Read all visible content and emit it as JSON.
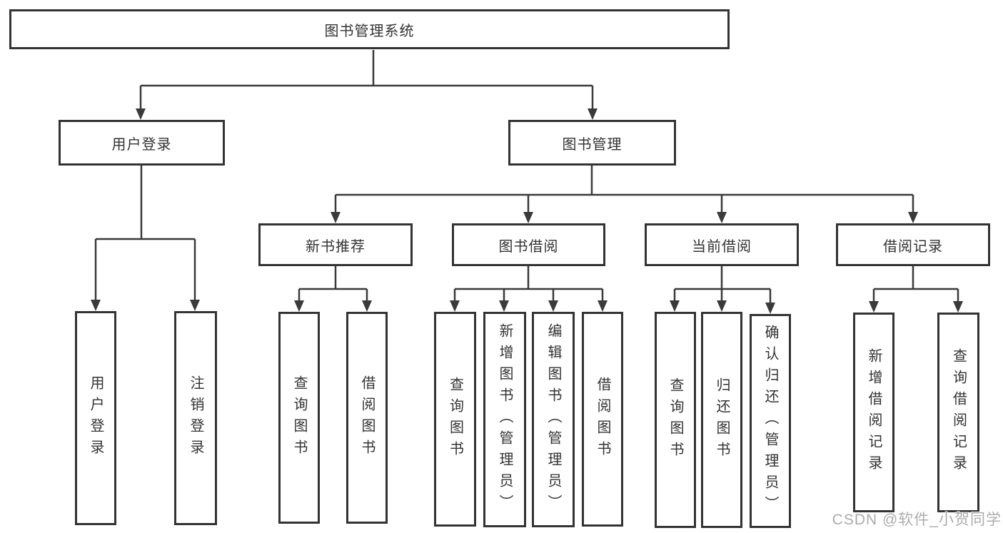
{
  "diagram_type": "tree",
  "tree": {
    "label": "图书管理系统",
    "children": [
      {
        "label": "用户登录",
        "children": [
          {
            "label": "用户登录"
          },
          {
            "label": "注销登录"
          }
        ]
      },
      {
        "label": "图书管理",
        "children": [
          {
            "label": "新书推荐",
            "children": [
              {
                "label": "查询图书"
              },
              {
                "label": "借阅图书"
              }
            ]
          },
          {
            "label": "图书借阅",
            "children": [
              {
                "label": "查询图书"
              },
              {
                "label": "新增图书（管理员）"
              },
              {
                "label": "编辑图书（管理员）"
              },
              {
                "label": "借阅图书"
              }
            ]
          },
          {
            "label": "当前借阅",
            "children": [
              {
                "label": "查询图书"
              },
              {
                "label": "归还图书"
              },
              {
                "label": "确认归还（管理员）"
              }
            ]
          },
          {
            "label": "借阅记录",
            "children": [
              {
                "label": "新增借阅记录"
              },
              {
                "label": "查询借阅记录"
              }
            ]
          }
        ]
      }
    ]
  },
  "watermark": {
    "text": "CSDN @软件_小贺同学"
  },
  "colors": {
    "line": "#3a3a3a",
    "box_border": "#333333",
    "text": "#333333",
    "watermark": "#9e9e9e",
    "background": "#ffffff"
  }
}
